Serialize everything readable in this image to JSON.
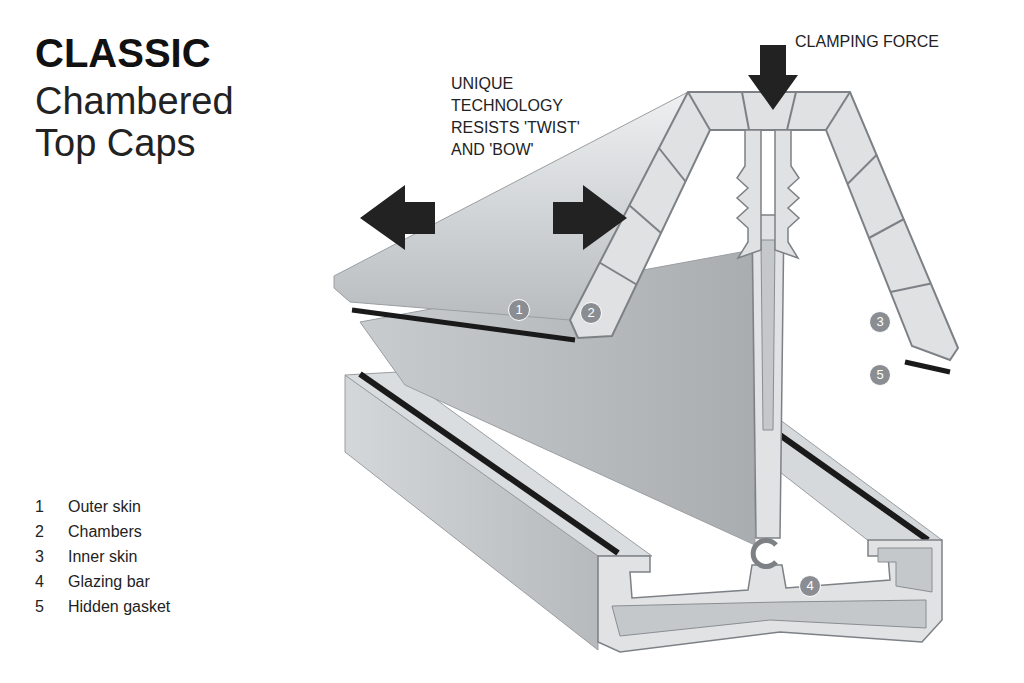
{
  "diagram": {
    "title": "CLASSIC",
    "nodes": [
      {
        "text": [
          "1"
        ]
      },
      {
        "text": [
          "2"
        ]
      },
      {
        "text": [
          "3"
        ]
      },
      {
        "text": [
          "5"
        ]
      },
      {
        "text": [
          "4"
        ]
      }
    ],
    "labels": [
      "Chambered Top Caps",
      "UNIQUE TECHNOLOGY RESISTS 'TWIST' AND 'BOW'",
      "CLAMPING FORCE",
      "1",
      "Outer skin",
      "2",
      "Chambers",
      "3",
      "Inner skin",
      "4",
      "Glazing bar",
      "5",
      "Hidden gasket"
    ]
  }
}
